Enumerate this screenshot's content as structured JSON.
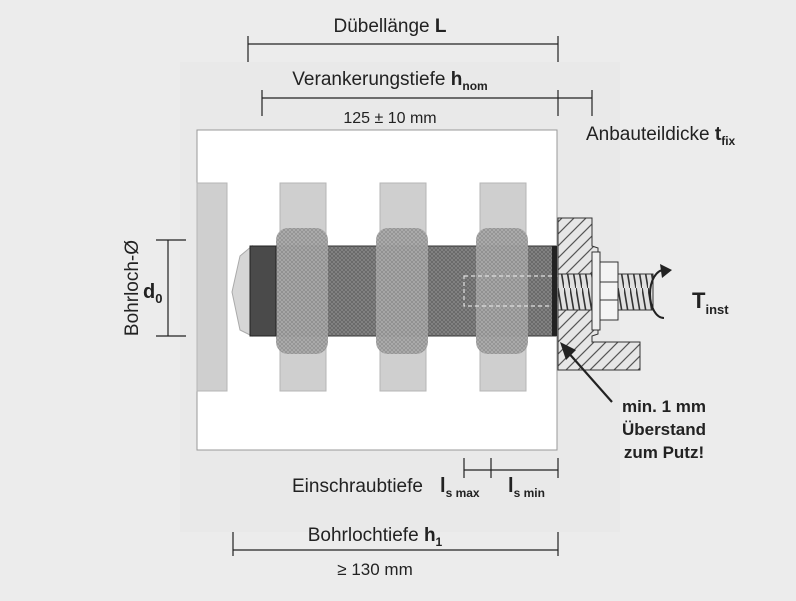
{
  "labels": {
    "duebellaenge_prefix": "Dübellänge ",
    "duebellaenge_symbol": "L",
    "verankerungstiefe_prefix": "Verankerungstiefe ",
    "verankerungstiefe_symbol": "h",
    "verankerungstiefe_sub": "nom",
    "verankerungstiefe_value": "125 ± 10 mm",
    "anbauteildicke_prefix": "Anbauteildicke ",
    "anbauteildicke_symbol": "t",
    "anbauteildicke_sub": "fix",
    "bohrloch_label": "Bohrloch-Ø",
    "bohrloch_symbol": "d",
    "bohrloch_sub": "0",
    "torque_symbol": "T",
    "torque_sub": "inst",
    "note_line1": "min. 1 mm",
    "note_line2": "Überstand",
    "note_line3": "zum Putz!",
    "einschraubtiefe": "Einschraubtiefe",
    "ls_symbol": "l",
    "ls_max_sub": "s max",
    "ls_min_sub": "s min",
    "bohrlochtiefe_prefix": "Bohrlochtiefe ",
    "bohrlochtiefe_symbol": "h",
    "bohrlochtiefe_sub": "1",
    "bohrlochtiefe_value": "≥ 130 mm"
  },
  "colors": {
    "background": "#ececec",
    "wall": "#ffffff",
    "brick": "#cfcfcf",
    "sleeve": "#6e6e6e",
    "rings": "#9a9a9a",
    "cap": "#3c3c3c",
    "hatch": "#555555"
  },
  "icons": {
    "torque": "rotation-arrow-icon",
    "pointer": "pointer-arrow-icon"
  }
}
